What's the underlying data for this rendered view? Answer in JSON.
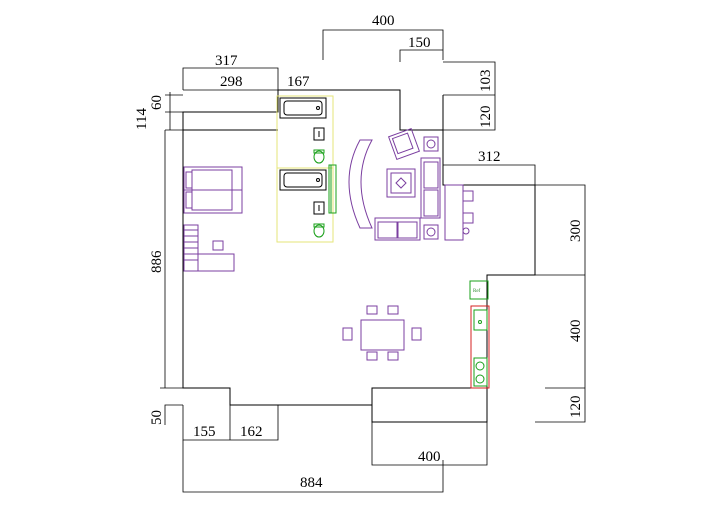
{
  "dimensions": {
    "top_400": "400",
    "top_150": "150",
    "top_317": "317",
    "top_298": "298",
    "top_167": "167",
    "left_114": "114",
    "left_60": "60",
    "right_103": "103",
    "right_120_top": "120",
    "right_312": "312",
    "right_300": "300",
    "right_400": "400",
    "right_120_bottom": "120",
    "left_886": "886",
    "left_50": "50",
    "bottom_155": "155",
    "bottom_162": "162",
    "bottom_400": "400",
    "bottom_884": "884"
  },
  "labels": {
    "fridge": "Ref"
  },
  "colors": {
    "walls": "#000000",
    "furniture": "#7b3fa0",
    "fixtures": "#1aa01a",
    "bath_zone": "#e6e67a",
    "kitchen_counter": "#d42020"
  }
}
